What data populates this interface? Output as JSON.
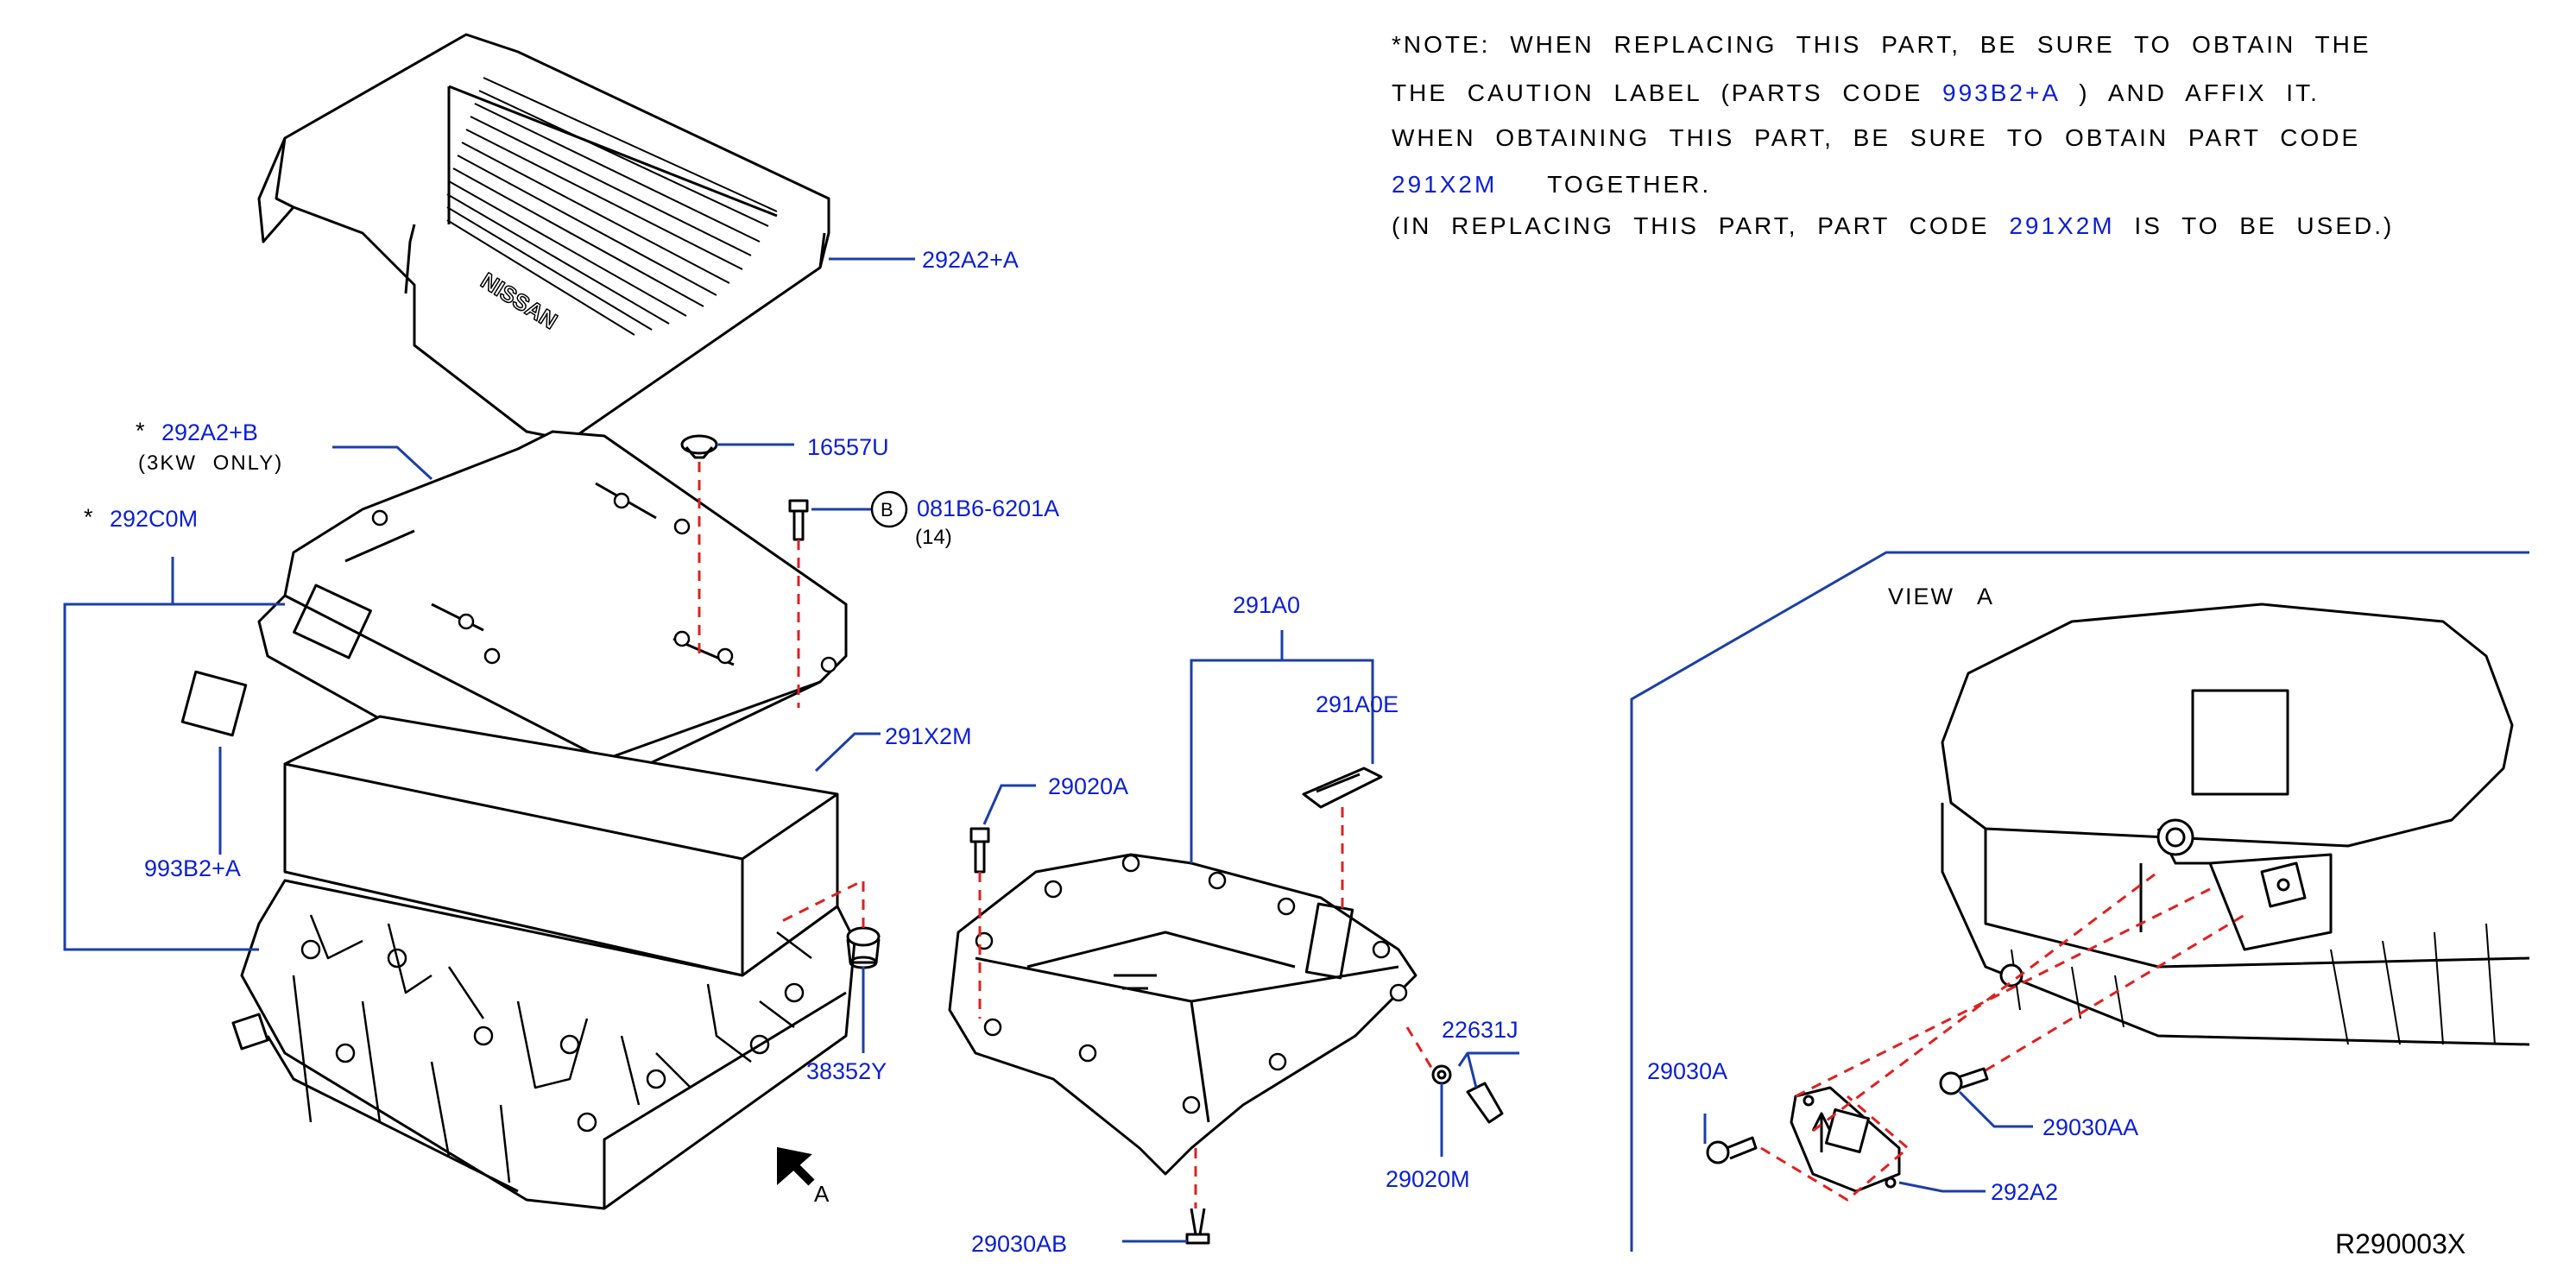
{
  "colors": {
    "label": "#0b1fd6",
    "leader": "#1b3fa8",
    "dashed": "#e02020",
    "line": "#000000"
  },
  "note": {
    "l1": "*NOTE: WHEN REPLACING THIS PART, BE SURE TO OBTAIN THE",
    "l2a": "THE CAUTION LABEL (PARTS CODE ",
    "l2code": "993B2+A",
    "l2b": " ) AND AFFIX IT.",
    "l3": "WHEN OBTAINING THIS PART, BE SURE TO OBTAIN PART CODE",
    "l4code": "291X2M",
    "l4b": "TOGETHER.",
    "l5a": "(IN REPLACING THIS PART, PART CODE ",
    "l5code": "291X2M",
    "l5b": " IS TO BE USED.)"
  },
  "labels": {
    "p292A2A": "292A2+A",
    "p292A2B_star": "*",
    "p292A2B": "292A2+B",
    "p292A2B_note": "(3KW ONLY)",
    "p292C0M_star": "*",
    "p292C0M": "292C0M",
    "p16557U": "16557U",
    "p081B6_circle": "B",
    "p081B6": "081B6-6201A",
    "p081B6_qty": "(14)",
    "p291X2M": "291X2M",
    "p993B2A": "993B2+A",
    "p38352Y": "38352Y",
    "pA_arrow": "A",
    "p291A0": "291A0",
    "p291A0E": "291A0E",
    "p29020A": "29020A",
    "p22631J": "22631J",
    "p29020M": "29020M",
    "p29030AB": "29030AB",
    "view": "VIEW A",
    "p29030A": "29030A",
    "p29030AA": "29030AA",
    "p292A2": "292A2",
    "ref": "R290003X"
  },
  "logo_text": "NISSAN"
}
